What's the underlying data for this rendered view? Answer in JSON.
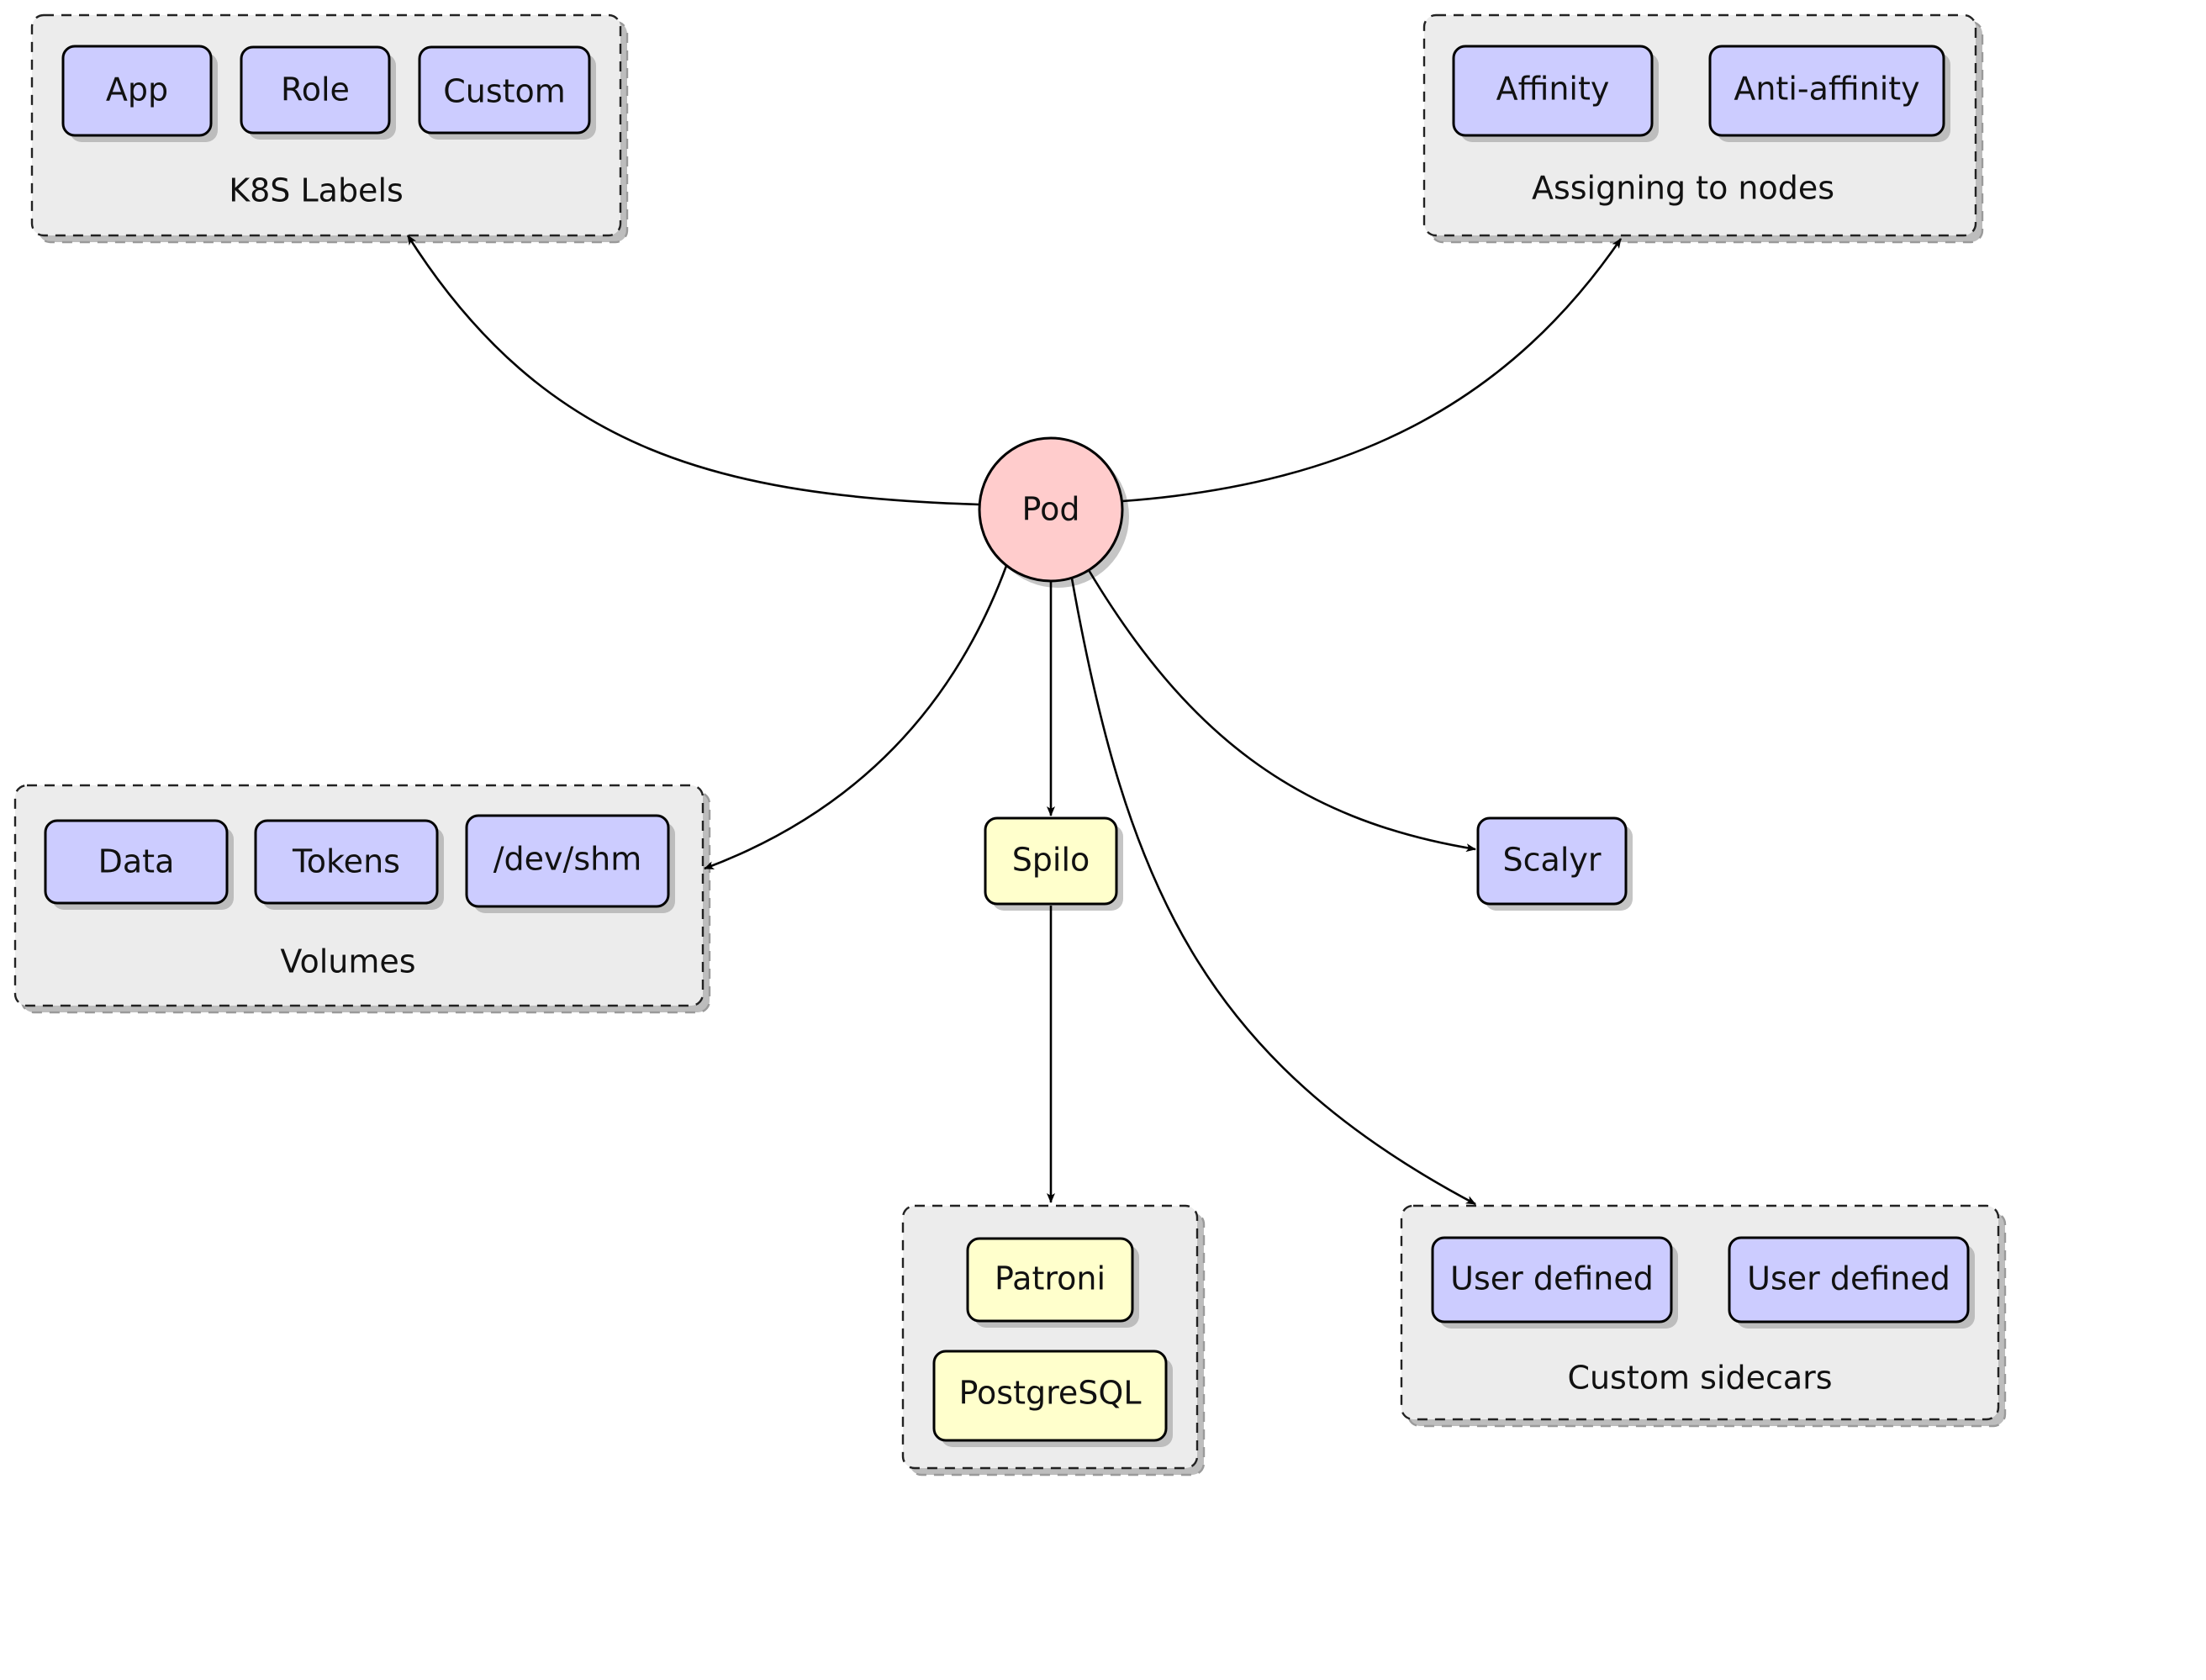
{
  "colors": {
    "center": "#ffcccc",
    "blue_node": "#ccccff",
    "yellow_node": "#ffffcc",
    "group_fill": "#ececec"
  },
  "center": {
    "label": "Pod"
  },
  "groups": {
    "k8s_labels": {
      "label": "K8S Labels",
      "items": [
        "App",
        "Role",
        "Custom"
      ]
    },
    "assigning": {
      "label": "Assigning to nodes",
      "items": [
        "Affinity",
        "Anti-affinity"
      ]
    },
    "volumes": {
      "label": "Volumes",
      "items": [
        "Data",
        "Tokens",
        "/dev/shm"
      ]
    },
    "spilo_inner": {
      "items": [
        "Patroni",
        "PostgreSQL"
      ]
    },
    "sidecars": {
      "label": "Custom sidecars",
      "items": [
        "User defined",
        "User defined"
      ]
    }
  },
  "nodes": {
    "spilo": "Spilo",
    "scalyr": "Scalyr"
  }
}
